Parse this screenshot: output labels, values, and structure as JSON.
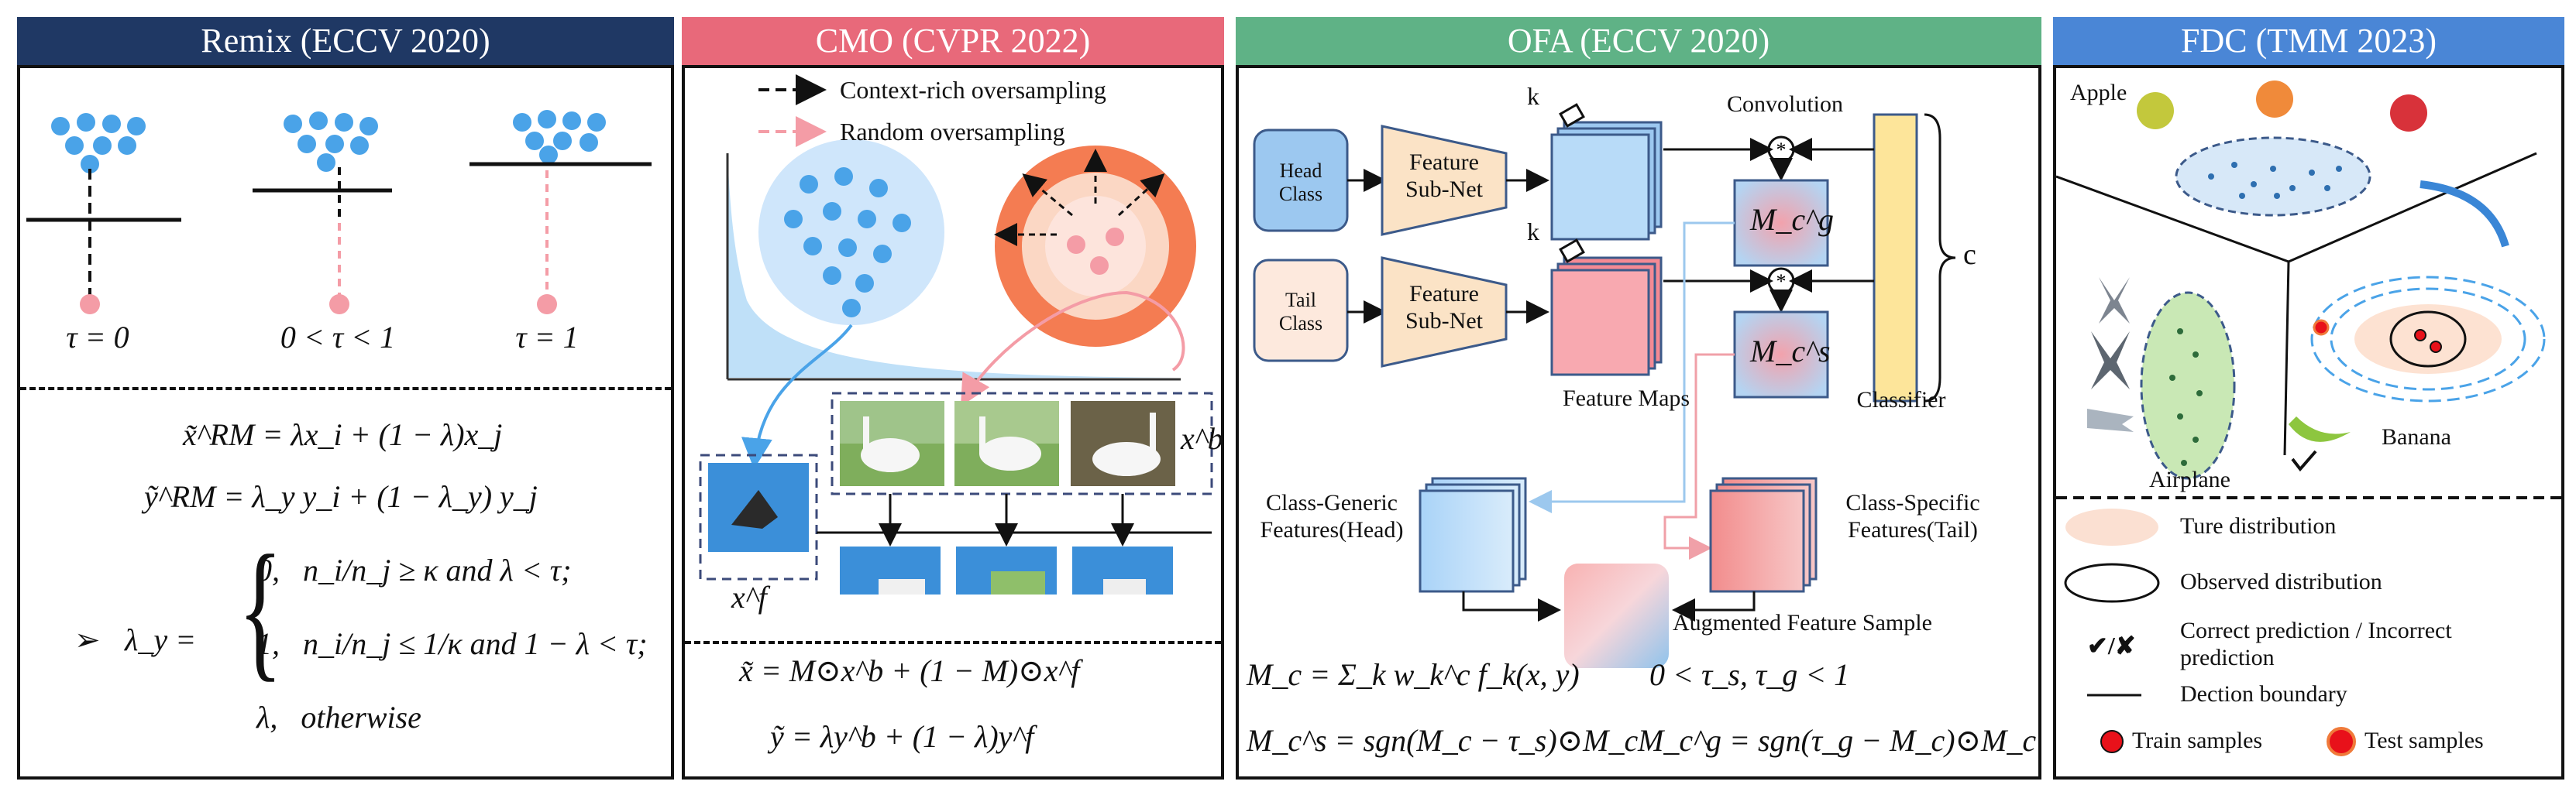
{
  "panels": {
    "remix": {
      "title": "Remix (ECCV 2020)",
      "tau_labels": [
        "τ = 0",
        "0 < τ < 1",
        "τ = 1"
      ],
      "eq1": "x̃^RM = λx_i + (1 − λ)x_j",
      "eq2": "ỹ^RM = λ_y y_i + (1 − λ_y) y_j",
      "cases": [
        "0,   n_i/n_j ≥ κ and λ < τ;",
        "1,   n_i/n_j ≤ 1/κ and 1 − λ < τ;",
        "λ,   otherwise"
      ],
      "lambda_lhs": "λ_y ="
    },
    "cmo": {
      "title": "CMO (CVPR 2022)",
      "legend": [
        "Context-rich oversampling",
        "Random oversampling"
      ],
      "xb_label": "x^b",
      "xf_label": "x^f",
      "eq1": "x̃ = M⊙x^b + (1 − M)⊙x^f",
      "eq2": "ỹ = λy^b + (1 − λ)y^f"
    },
    "ofa": {
      "title": "OFA (ECCV 2020)",
      "head_class": "Head Class",
      "tail_class": "Tail Class",
      "feature_subnet": "Feature Sub-Net",
      "k": "k",
      "convolution": "Convolution",
      "c": "c",
      "feature_maps": "Feature Maps",
      "classifier": "Classifier",
      "mcg": "M_c^g",
      "mcs": "M_c^s",
      "class_generic": "Class-Generic Features(Head)",
      "class_specific": "Class-Specific Features(Tail)",
      "augmented": "Augmented Feature Sample",
      "eq1": "M_c = Σ_k w_k^c f_k(x, y)",
      "eq1b": "0 < τ_s, τ_g < 1",
      "eq2": "M_c^s = sgn(M_c − τ_s)⊙M_c",
      "eq3": "M_c^g = sgn(τ_g − M_c)⊙M_c"
    },
    "fdc": {
      "title": "FDC (TMM 2023)",
      "apple": "Apple",
      "airplane": "Airplane",
      "banana": "Banana",
      "legend": [
        "Ture distribution",
        "Observed distribution",
        "Correct prediction / Incorrect prediction",
        "Dection boundary",
        "Train samples",
        "Test samples"
      ],
      "check_cross": "✔/✘"
    }
  },
  "colors": {
    "remix_header": "#1f3864",
    "cmo_header": "#e8697a",
    "ofa_header": "#5fb286",
    "fdc_header": "#4a86d6",
    "blue_dot": "#4aa3e8",
    "pink_dot": "#f49ca6"
  }
}
